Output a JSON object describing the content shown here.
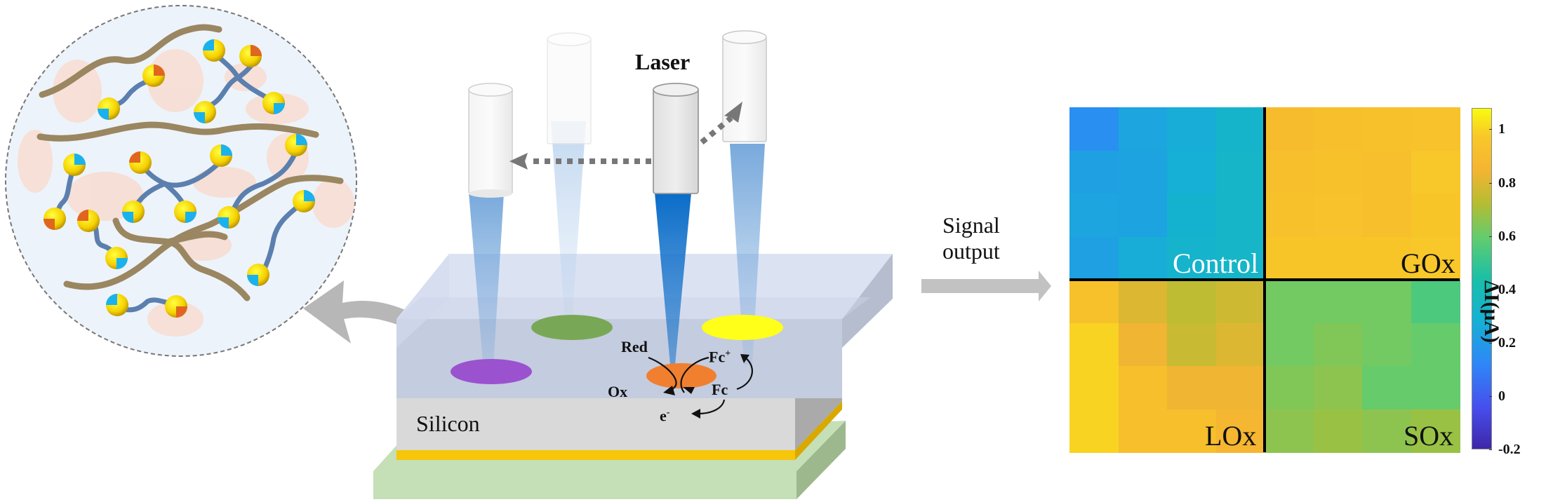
{
  "figure": {
    "laser_label": "Laser",
    "signal_label_line1": "Signal",
    "signal_label_line2": "output",
    "substrate_label": "Silicon",
    "reaction": {
      "red": "Red",
      "ox": "Ox",
      "fc_plus": "Fc",
      "fc_plus_sup": "+",
      "fc": "Fc",
      "electron": "e",
      "electron_sup": "-"
    },
    "spot_colors": {
      "purple": "#9b52cf",
      "green": "#78a855",
      "yellow": "#ffff1a",
      "orange": "#f08030"
    },
    "icons": [
      "laser-cylinder-icon",
      "dotted-arrow-icon",
      "signal-arrow-icon",
      "zoom-arrow-icon"
    ]
  },
  "chart_data": {
    "type": "heatmap",
    "title": "",
    "colorbar_label": "ΔI(μA)",
    "colormap": "parula",
    "clim": [
      -0.2,
      1.08
    ],
    "colorbar_ticks": [
      1,
      0.8,
      0.6,
      0.4,
      0.2,
      0,
      -0.2
    ],
    "colorbar_tick_labels": [
      "1",
      "0.8",
      "0.6",
      "0.4",
      "0.2",
      "0",
      "-0.2"
    ],
    "quadrant_labels": [
      "Control",
      "GOx",
      "LOx",
      "SOx"
    ],
    "grid_rows": 8,
    "grid_cols": 8,
    "values": [
      [
        0.15,
        0.24,
        0.27,
        0.32,
        0.9,
        0.92,
        0.93,
        0.94
      ],
      [
        0.22,
        0.23,
        0.28,
        0.33,
        0.92,
        0.93,
        0.92,
        0.97
      ],
      [
        0.24,
        0.23,
        0.3,
        0.33,
        0.93,
        0.94,
        0.92,
        0.96
      ],
      [
        0.22,
        0.27,
        0.31,
        0.33,
        0.96,
        0.96,
        0.96,
        0.97
      ],
      [
        0.93,
        0.8,
        0.74,
        0.77,
        0.62,
        0.62,
        0.62,
        0.55
      ],
      [
        1.0,
        0.84,
        0.76,
        0.8,
        0.62,
        0.64,
        0.62,
        0.6
      ],
      [
        1.0,
        0.92,
        0.84,
        0.84,
        0.64,
        0.66,
        0.6,
        0.6
      ],
      [
        1.0,
        0.92,
        0.92,
        0.86,
        0.66,
        0.68,
        0.66,
        0.68
      ]
    ]
  }
}
